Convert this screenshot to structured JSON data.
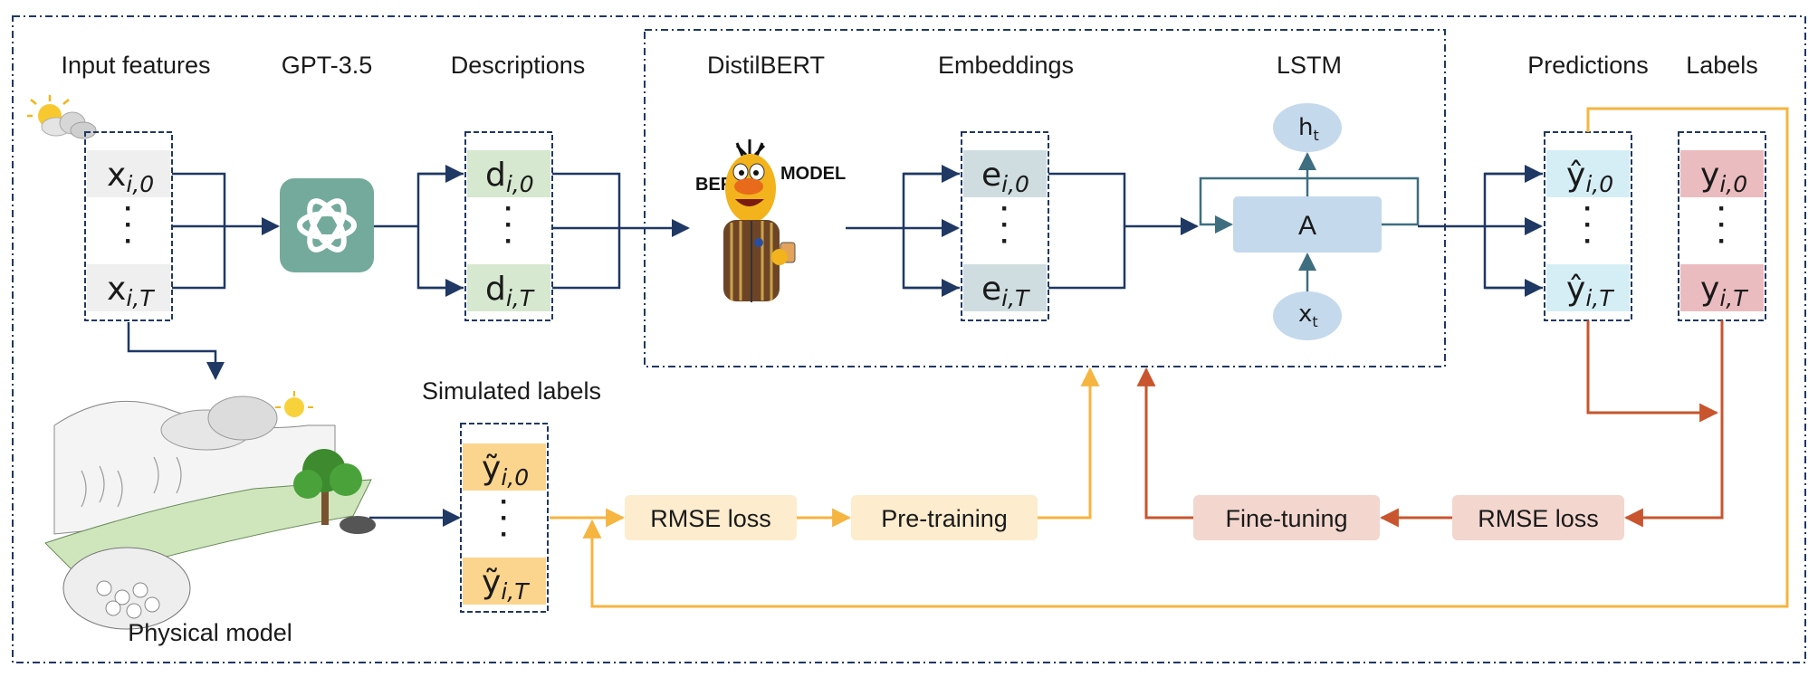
{
  "headers": {
    "input_features": "Input features",
    "gpt": "GPT-3.5",
    "descriptions": "Descriptions",
    "distilbert": "DistilBERT",
    "embeddings": "Embeddings",
    "lstm": "LSTM",
    "predictions": "Predictions",
    "labels": "Labels",
    "simulated_labels": "Simulated labels",
    "physical_model": "Physical model"
  },
  "cells": {
    "x_top": {
      "base": "x",
      "sub": "i,0"
    },
    "x_bot": {
      "base": "x",
      "sub": "i,T"
    },
    "d_top": {
      "base": "d",
      "sub": "i,0"
    },
    "d_bot": {
      "base": "d",
      "sub": "i,T"
    },
    "e_top": {
      "base": "e",
      "sub": "i,0"
    },
    "e_bot": {
      "base": "e",
      "sub": "i,T"
    },
    "yhat_top": {
      "base": "ŷ",
      "sub": "i,0"
    },
    "yhat_bot": {
      "base": "ŷ",
      "sub": "i,T"
    },
    "y_top": {
      "base": "y",
      "sub": "i,0"
    },
    "y_bot": {
      "base": "y",
      "sub": "i,T"
    },
    "ytilde_top": {
      "base": "ỹ",
      "sub": "i,0"
    },
    "ytilde_bot": {
      "base": "ỹ",
      "sub": "i,T"
    }
  },
  "ellipsis": "·",
  "lstm": {
    "cell": "A",
    "h": "h",
    "h_sub": "t",
    "x": "x",
    "x_sub": "t"
  },
  "bert_logo": {
    "left": "BERT",
    "right": "MODEL"
  },
  "pills": {
    "rmse_pre": "RMSE loss",
    "pretraining": "Pre-training",
    "finetuning": "Fine-tuning",
    "rmse_fine": "RMSE loss"
  },
  "colors": {
    "frame": "#1f3864",
    "arrow_dark": "#1f3864",
    "arrow_yellow": "#f5b540",
    "arrow_red": "#c8552e",
    "x_cell": "#efefef",
    "d_cell": "#d6e8cf",
    "e_cell": "#cfdde0",
    "yhat_cell": "#d5eef5",
    "y_cell": "#ebbcbf",
    "ytilde_cell": "#fbd58d",
    "lstm_box": "#c5d9ed",
    "pill_yellow": "#fdeccd",
    "pill_red": "#f3d6ce",
    "gpt_logo": "#74aa9c"
  }
}
